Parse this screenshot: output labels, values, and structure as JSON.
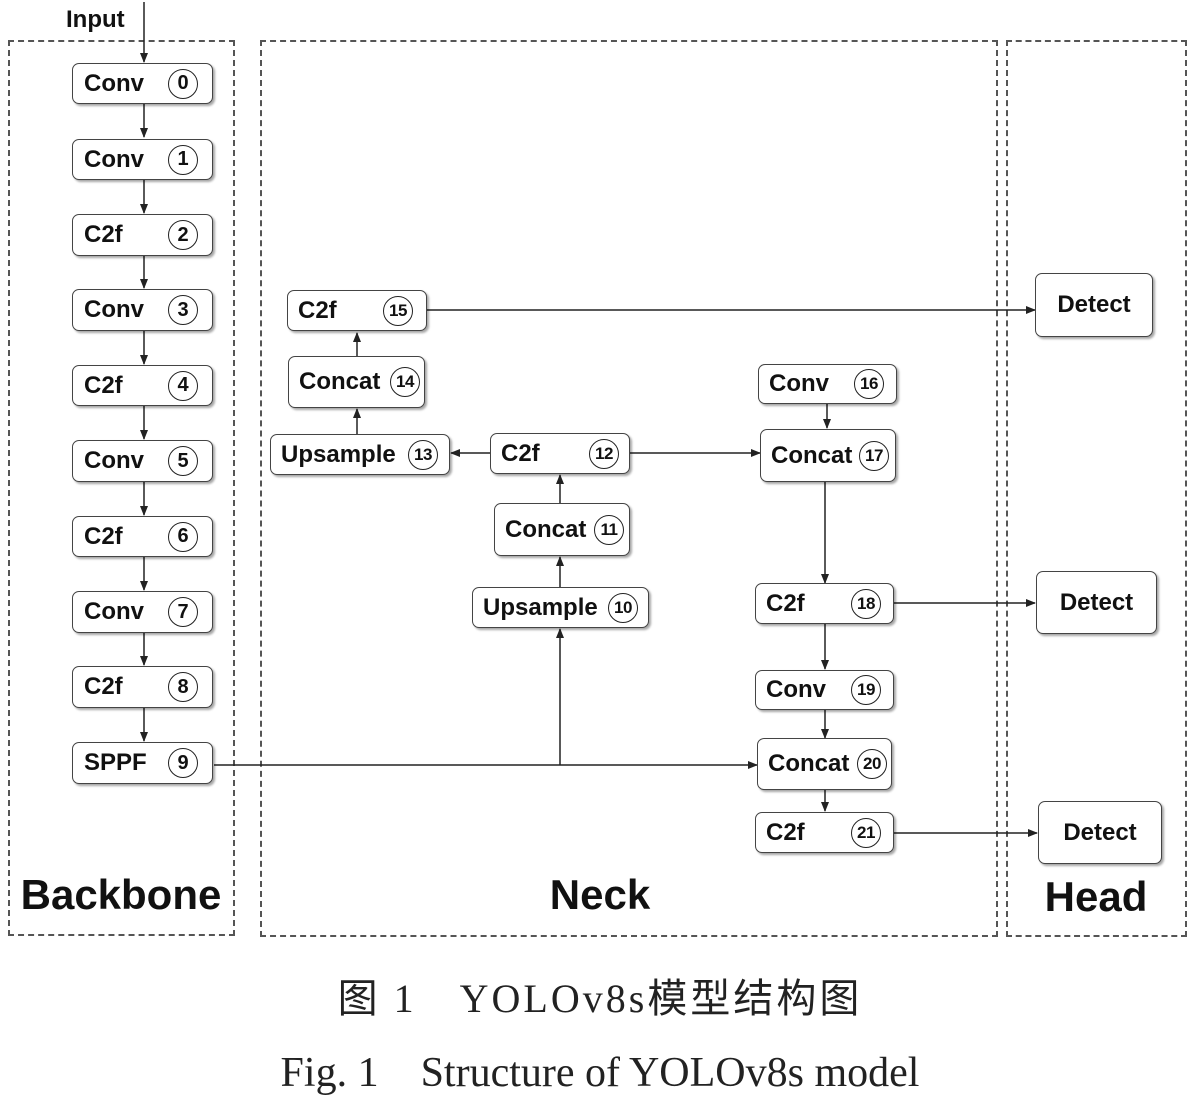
{
  "input_label": "Input",
  "regions": {
    "backbone": "Backbone",
    "neck": "Neck",
    "head": "Head"
  },
  "blocks": {
    "b0": {
      "label": "Conv",
      "num": "0"
    },
    "b1": {
      "label": "Conv",
      "num": "1"
    },
    "b2": {
      "label": "C2f",
      "num": "2"
    },
    "b3": {
      "label": "Conv",
      "num": "3"
    },
    "b4": {
      "label": "C2f",
      "num": "4"
    },
    "b5": {
      "label": "Conv",
      "num": "5"
    },
    "b6": {
      "label": "C2f",
      "num": "6"
    },
    "b7": {
      "label": "Conv",
      "num": "7"
    },
    "b8": {
      "label": "C2f",
      "num": "8"
    },
    "b9": {
      "label": "SPPF",
      "num": "9"
    },
    "b10": {
      "label": "Upsample",
      "num": "10"
    },
    "b11": {
      "label": "Concat",
      "num": "11"
    },
    "b12": {
      "label": "C2f",
      "num": "12"
    },
    "b13": {
      "label": "Upsample",
      "num": "13"
    },
    "b14": {
      "label": "Concat",
      "num": "14"
    },
    "b15": {
      "label": "C2f",
      "num": "15"
    },
    "b16": {
      "label": "Conv",
      "num": "16"
    },
    "b17": {
      "label": "Concat",
      "num": "17"
    },
    "b18": {
      "label": "C2f",
      "num": "18"
    },
    "b19": {
      "label": "Conv",
      "num": "19"
    },
    "b20": {
      "label": "Concat",
      "num": "20"
    },
    "b21": {
      "label": "C2f",
      "num": "21"
    }
  },
  "detect": {
    "d1": "Detect",
    "d2": "Detect",
    "d3": "Detect"
  },
  "caption": {
    "cn": "图 1　YOLOv8s模型结构图",
    "en": "Fig. 1　Structure of YOLOv8s model"
  }
}
